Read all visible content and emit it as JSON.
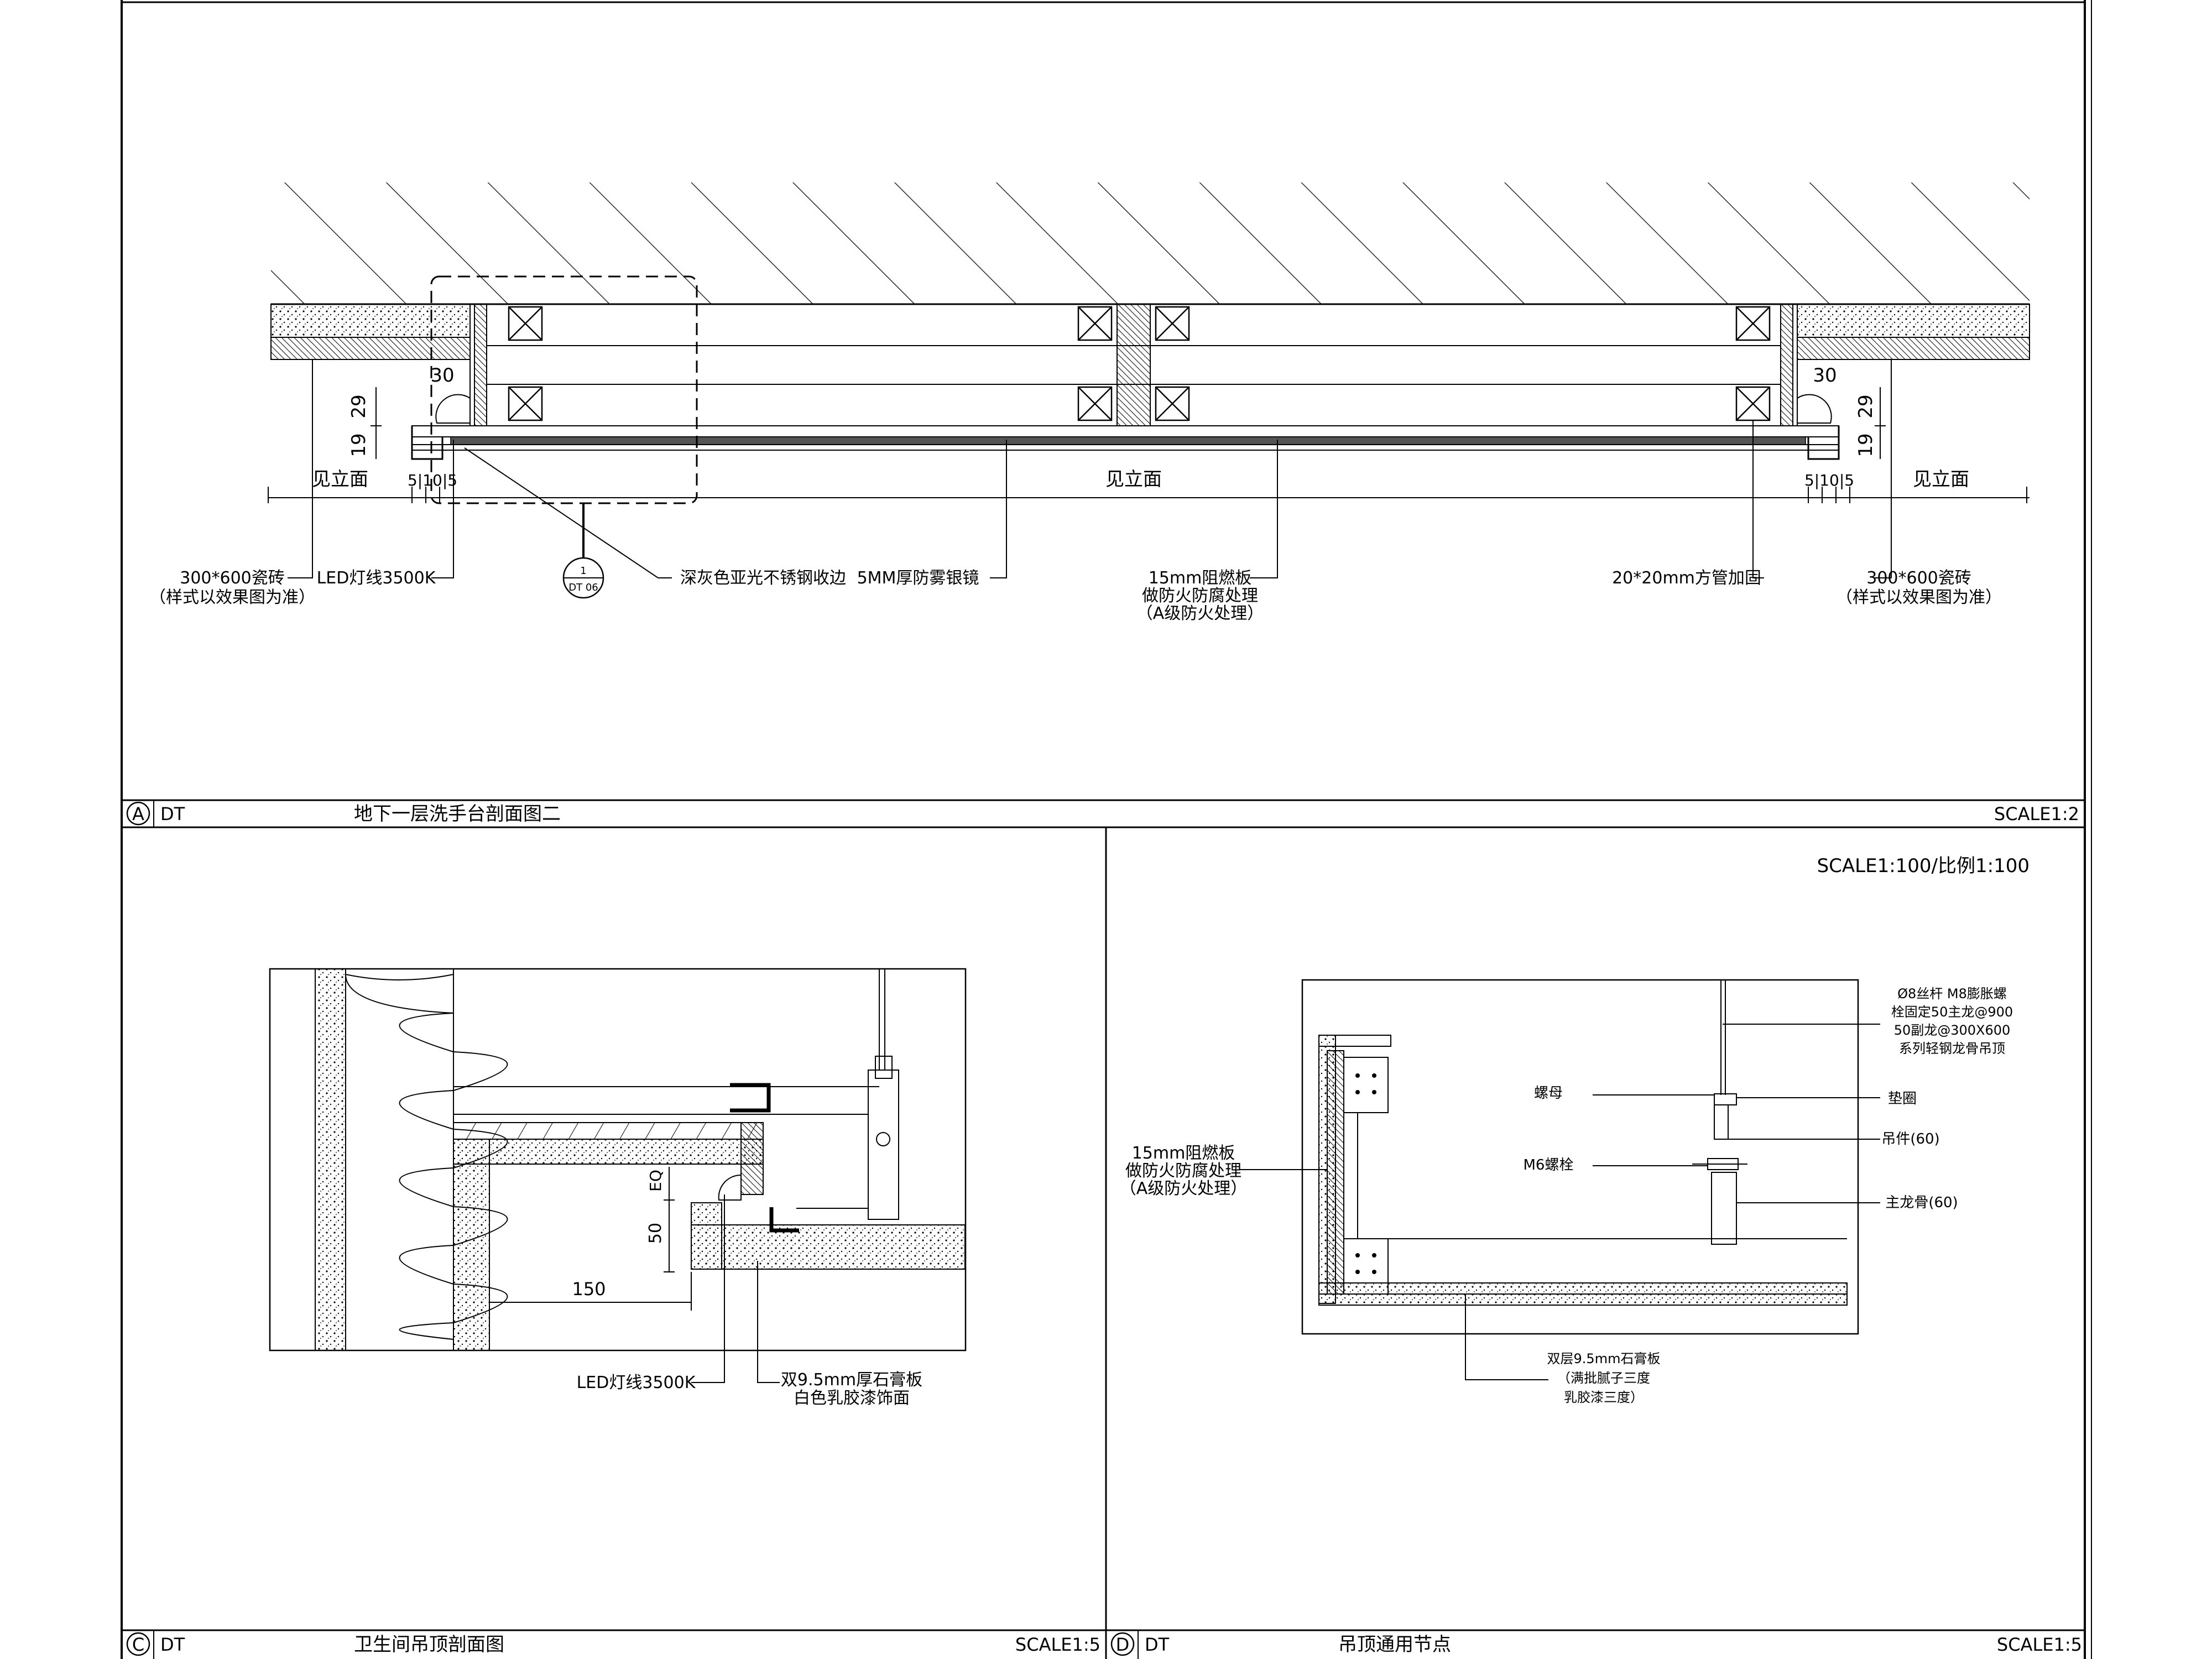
{
  "panel_a": {
    "letter": "A",
    "code": "DT",
    "title": "地下一层洗手台剖面图二",
    "scale": "SCALE1:2",
    "dim_30_left": "30",
    "dim_30_right": "30",
    "dim_29_left": "29",
    "dim_29_right": "29",
    "dim_19_left": "19",
    "dim_19_right": "19",
    "dim_see_elev_left": "见立面",
    "dim_see_elev_mid": "见立面",
    "dim_see_elev_right": "见立面",
    "dim_51_left": "5|10|5",
    "dim_51_right": "5|10|5",
    "detail_tag_num": "1",
    "detail_tag_sheet": "DT 06",
    "labels": {
      "tile_left_1": "300*600瓷砖",
      "tile_left_2": "（样式以效果图为准）",
      "led": "LED灯线3500K",
      "steel_edge": "深灰色亚光不锈钢收边",
      "mirror": "5MM厚防雾银镜",
      "board_1": "15mm阻燃板",
      "board_2": "做防火防腐处理",
      "board_3": "（A级防火处理）",
      "tube": "20*20mm方管加固",
      "tile_right_1": "300*600瓷砖",
      "tile_right_2": "（样式以效果图为准）"
    }
  },
  "panel_c": {
    "letter": "C",
    "code": "DT",
    "title": "卫生间吊顶剖面图",
    "scale": "SCALE1:5",
    "dim_eq": "EQ",
    "dim_50": "50",
    "dim_150": "150",
    "labels": {
      "led": "LED灯线3500K",
      "gypsum_1": "双9.5mm厚石膏板",
      "gypsum_2": "白色乳胶漆饰面"
    }
  },
  "panel_d": {
    "letter": "D",
    "code": "DT",
    "title": "吊顶通用节点",
    "scale": "SCALE1:5",
    "top_scale": "SCALE1:100/比例1:100",
    "labels": {
      "rod_1": "Ø8丝杆 M8膨胀螺",
      "rod_2": "栓固定50主龙@900",
      "rod_3": "50副龙@300X600",
      "rod_4": "系列轻钢龙骨吊顶",
      "nut": "螺母",
      "washer": "垫圈",
      "hanger": "吊件(60)",
      "bolt": "M6螺栓",
      "main_keel": "主龙骨(60)",
      "board_1": "15mm阻燃板",
      "board_2": "做防火防腐处理",
      "board_3": "（A级防火处理）",
      "gyp_1": "双层9.5mm石膏板",
      "gyp_2": "（满批腻子三度",
      "gyp_3": "乳胶漆三度）"
    }
  }
}
